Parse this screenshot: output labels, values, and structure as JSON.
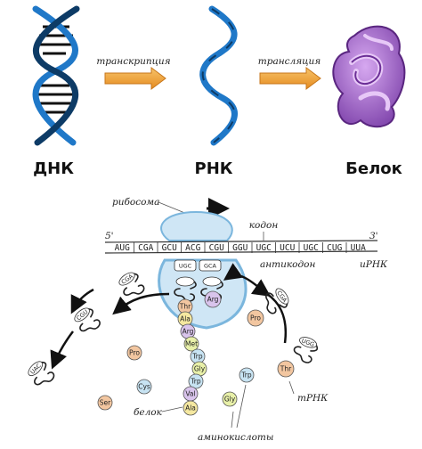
{
  "top": {
    "dna_label": "ДНК",
    "rna_label": "РНК",
    "protein_label": "Белок",
    "transcription": "транскрипция",
    "translation": "трансляция"
  },
  "bottom": {
    "ribosome": "рибосома",
    "codon": "кодон",
    "anticodon": "антикодон",
    "mrna": "иРНК",
    "trna": "тРНК",
    "protein": "белок",
    "amino_acids": "аминокислоты",
    "five_prime": "5'",
    "three_prime": "3'"
  },
  "mrna_codons": [
    "AUG",
    "CGA",
    "GCU",
    "ACG",
    "CGU",
    "GGU",
    "UGC",
    "UCU",
    "UGC",
    "CUG",
    "UUA"
  ],
  "anticodons": [
    "UGC",
    "GCA"
  ],
  "trna_loops": [
    "CGA",
    "CGU",
    "UAC",
    "CGA",
    "UGG"
  ],
  "chain": [
    "Thr",
    "Ala",
    "Arg",
    "Met",
    "Trp",
    "Gly",
    "Trp",
    "Val",
    "Ala"
  ],
  "bound_aa": [
    "Thr",
    "Arg",
    "Pro",
    "Thr"
  ],
  "free_aa": [
    "Pro",
    "Cys",
    "Ser",
    "Gly",
    "Trp"
  ],
  "colors": {
    "dna_blue": "#1f78c8",
    "dna_dark": "#0d3b66",
    "arrow_orange": "#f0a030",
    "protein_purple": "#9a5bc0",
    "ribosome_blue": "#cfe6f5"
  }
}
